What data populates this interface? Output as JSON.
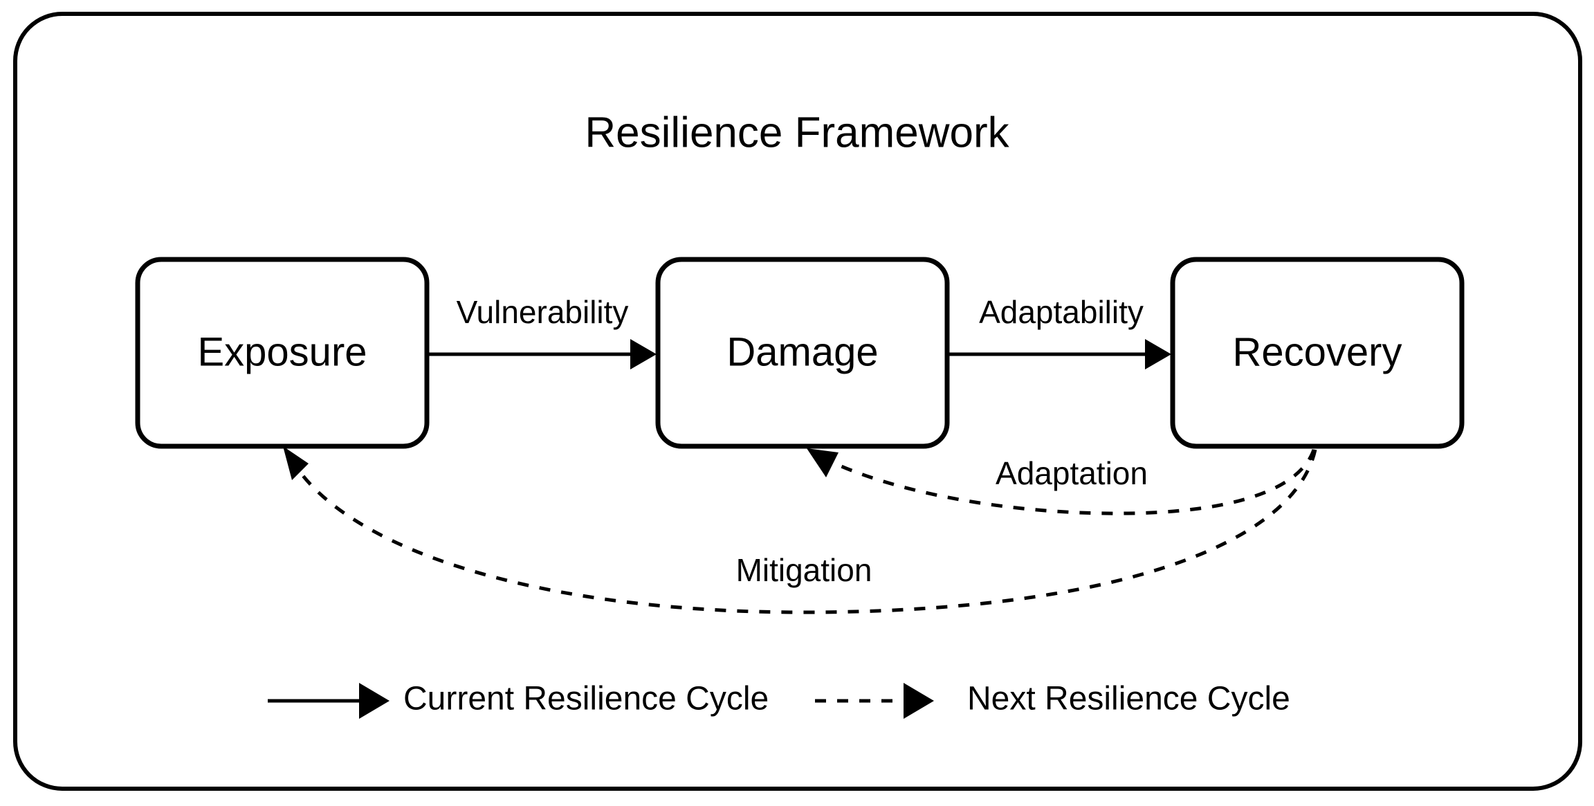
{
  "frame": {
    "title": "Resilience Framework"
  },
  "nodes": [
    {
      "id": "exposure",
      "label": "Exposure"
    },
    {
      "id": "damage",
      "label": "Damage"
    },
    {
      "id": "recovery",
      "label": "Recovery"
    }
  ],
  "edges": [
    {
      "id": "vulnerability",
      "label": "Vulnerability",
      "from": "Exposure",
      "to": "Damage",
      "style": "solid"
    },
    {
      "id": "adaptability",
      "label": "Adaptability",
      "from": "Damage",
      "to": "Recovery",
      "style": "solid"
    },
    {
      "id": "adaptation",
      "label": "Adaptation",
      "from": "Recovery",
      "to": "Damage",
      "style": "dashed"
    },
    {
      "id": "mitigation",
      "label": "Mitigation",
      "from": "Recovery",
      "to": "Exposure",
      "style": "dashed"
    }
  ],
  "legend": [
    {
      "id": "current-cycle",
      "label": "Current Resilience Cycle",
      "style": "solid"
    },
    {
      "id": "next-cycle",
      "label": "Next Resilience Cycle",
      "style": "dashed"
    }
  ],
  "colors": {
    "stroke": "#000000",
    "background": "#ffffff",
    "text": "#000000"
  }
}
